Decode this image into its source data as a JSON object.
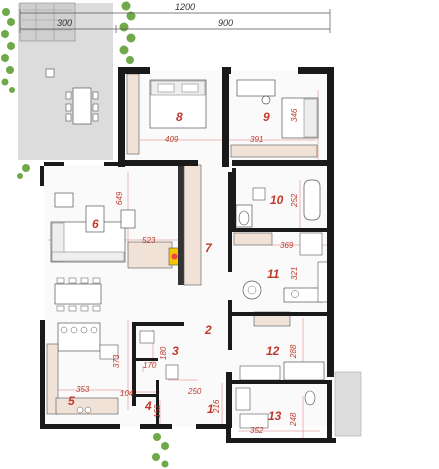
{
  "top_dimensions": {
    "total": "1200",
    "left": "300",
    "right": "900"
  },
  "rooms": [
    {
      "number": "1"
    },
    {
      "number": "2"
    },
    {
      "number": "3"
    },
    {
      "number": "4"
    },
    {
      "number": "5"
    },
    {
      "number": "6"
    },
    {
      "number": "7"
    },
    {
      "number": "8"
    },
    {
      "number": "9"
    },
    {
      "number": "10"
    },
    {
      "number": "11"
    },
    {
      "number": "12"
    },
    {
      "number": "13"
    }
  ],
  "dimensions": [
    "409",
    "391",
    "346",
    "649",
    "523",
    "252",
    "369",
    "321",
    "288",
    "373",
    "353",
    "180",
    "170",
    "104",
    "250",
    "216",
    "152",
    "352",
    "248"
  ],
  "colors": {
    "wall": "#1a1a1a",
    "labels": "#c0392b",
    "dimline": "#e5a5a5",
    "fireplace": "#f2c500",
    "wood": "#f1e2d8",
    "terrace": "#dcdcdc"
  },
  "icons": {
    "fireplace": "fireplace-icon",
    "plants": "plant-icon"
  }
}
